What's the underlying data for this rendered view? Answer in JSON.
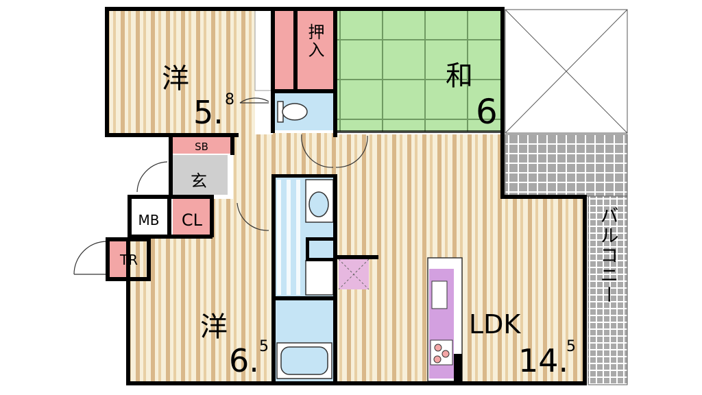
{
  "rooms": {
    "western_1": {
      "name": "洋",
      "size_main": "5.",
      "size_frac": "8"
    },
    "japanese": {
      "name": "和",
      "size": "6"
    },
    "western_2": {
      "name": "洋",
      "size_main": "6.",
      "size_frac": "5"
    },
    "ldk": {
      "name": "LDK",
      "size_main": "14.",
      "size_frac": "5"
    }
  },
  "closets": {
    "oshiire": "押入",
    "shoe_box": "SB",
    "entrance": "玄",
    "meter_box": "MB",
    "closet": "CL",
    "trunk_room": "TR"
  },
  "balcony": {
    "label": "バルコニー"
  },
  "colors": {
    "floor_wood_light": "#f4ecd6",
    "floor_wood_dark": "#d9b88a",
    "tatami": "#b8e6a8",
    "storage_pink": "#f3a6a6",
    "wet_area_blue": "#c5e4f5",
    "kitchen_purple": "#d3a0e0",
    "entrance_gray": "#cfcfcf",
    "balcony_tile": "#9a9a9a",
    "wall": "#000000"
  }
}
